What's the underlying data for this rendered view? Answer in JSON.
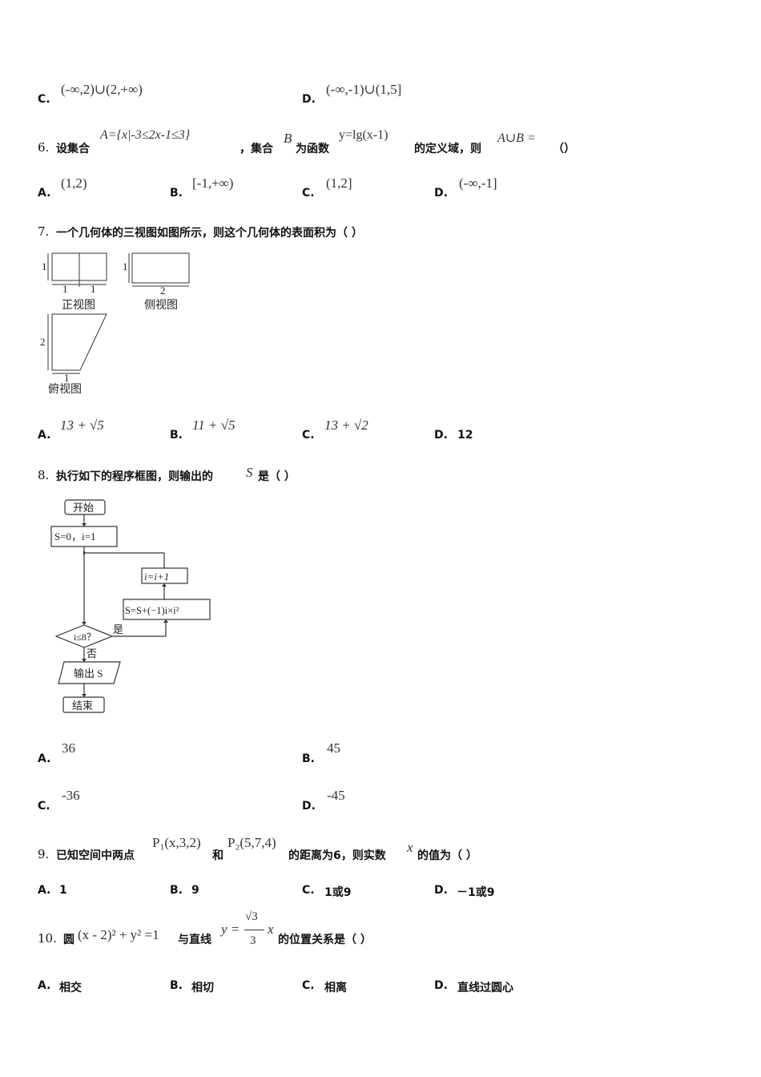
{
  "q5": {
    "c_label": "C.",
    "c_math": "(-∞,2)∪(2,+∞)",
    "d_label": "D.",
    "d_math": "(-∞,-1)∪(1,5]"
  },
  "q6": {
    "num": "6.",
    "t1": "设集合",
    "m1": "A={x|-3≤2x-1≤3}",
    "t2": "，集合",
    "m2": "B",
    "t3": "为函数",
    "m3": "y=lg(x-1)",
    "t4": "的定义域，则",
    "m4": "A∪B =",
    "t5": "（）",
    "options": [
      {
        "label": "A.",
        "math": "(1,2)"
      },
      {
        "label": "B.",
        "math": "[-1,+∞)"
      },
      {
        "label": "C.",
        "math": "(1,2]"
      },
      {
        "label": "D.",
        "math": "(-∞,-1]"
      }
    ]
  },
  "q7": {
    "num": "7.",
    "text": "一个几何体的三视图如图所示，则这个几何体的表面积为（   ）",
    "figure": {
      "front_label": "正视图",
      "side_label": "侧视图",
      "top_label": "俯视图",
      "front_h": "1",
      "front_w1": "1",
      "front_w2": "1",
      "side_h": "1",
      "side_w": "2",
      "top_h": "2",
      "top_w": "1"
    },
    "options": [
      {
        "label": "A.",
        "math": "13 + √5"
      },
      {
        "label": "B.",
        "math": "11 + √5"
      },
      {
        "label": "C.",
        "math": "13 + √2"
      },
      {
        "label": "D.",
        "math": "12"
      }
    ]
  },
  "q8": {
    "num": "8.",
    "t1": "执行如下的程序框图，则输出的",
    "m1": "S",
    "t2": "是（   ）",
    "flow": {
      "start": "开始",
      "init": "S=0，i=1",
      "inc": "i=i+1",
      "update": "S=S+(−1)i×i²",
      "cond": "i≤8？",
      "yes": "是",
      "no": "否",
      "output": "输出 S",
      "end": "结束"
    },
    "options": [
      {
        "label": "A.",
        "math": "36"
      },
      {
        "label": "B.",
        "math": "45"
      },
      {
        "label": "C.",
        "math": "-36"
      },
      {
        "label": "D.",
        "math": "-45"
      }
    ]
  },
  "q9": {
    "num": "9.",
    "t1": "已知空间中两点",
    "m1": "P₁(x,3,2)",
    "t2": "和",
    "m2": "P₂(5,7,4)",
    "t3": "的距离为6，则实数",
    "m3": "x",
    "t4": "的值为（   ）",
    "options": [
      {
        "label": "A.",
        "text": "1"
      },
      {
        "label": "B.",
        "text": "9"
      },
      {
        "label": "C.",
        "text": "1或9"
      },
      {
        "label": "D.",
        "text": "－1或9"
      }
    ]
  },
  "q10": {
    "num": "10.",
    "t1": "圆",
    "m1": "(x - 2)² + y² =1",
    "t2": "与直线",
    "m2a": "y =",
    "m2num": "√3",
    "m2den": "3",
    "m2b": "x",
    "t3": "的位置关系是（   ）",
    "options": [
      {
        "label": "A.",
        "text": "相交"
      },
      {
        "label": "B.",
        "text": "相切"
      },
      {
        "label": "C.",
        "text": "相离"
      },
      {
        "label": "D.",
        "text": "直线过圆心"
      }
    ]
  }
}
